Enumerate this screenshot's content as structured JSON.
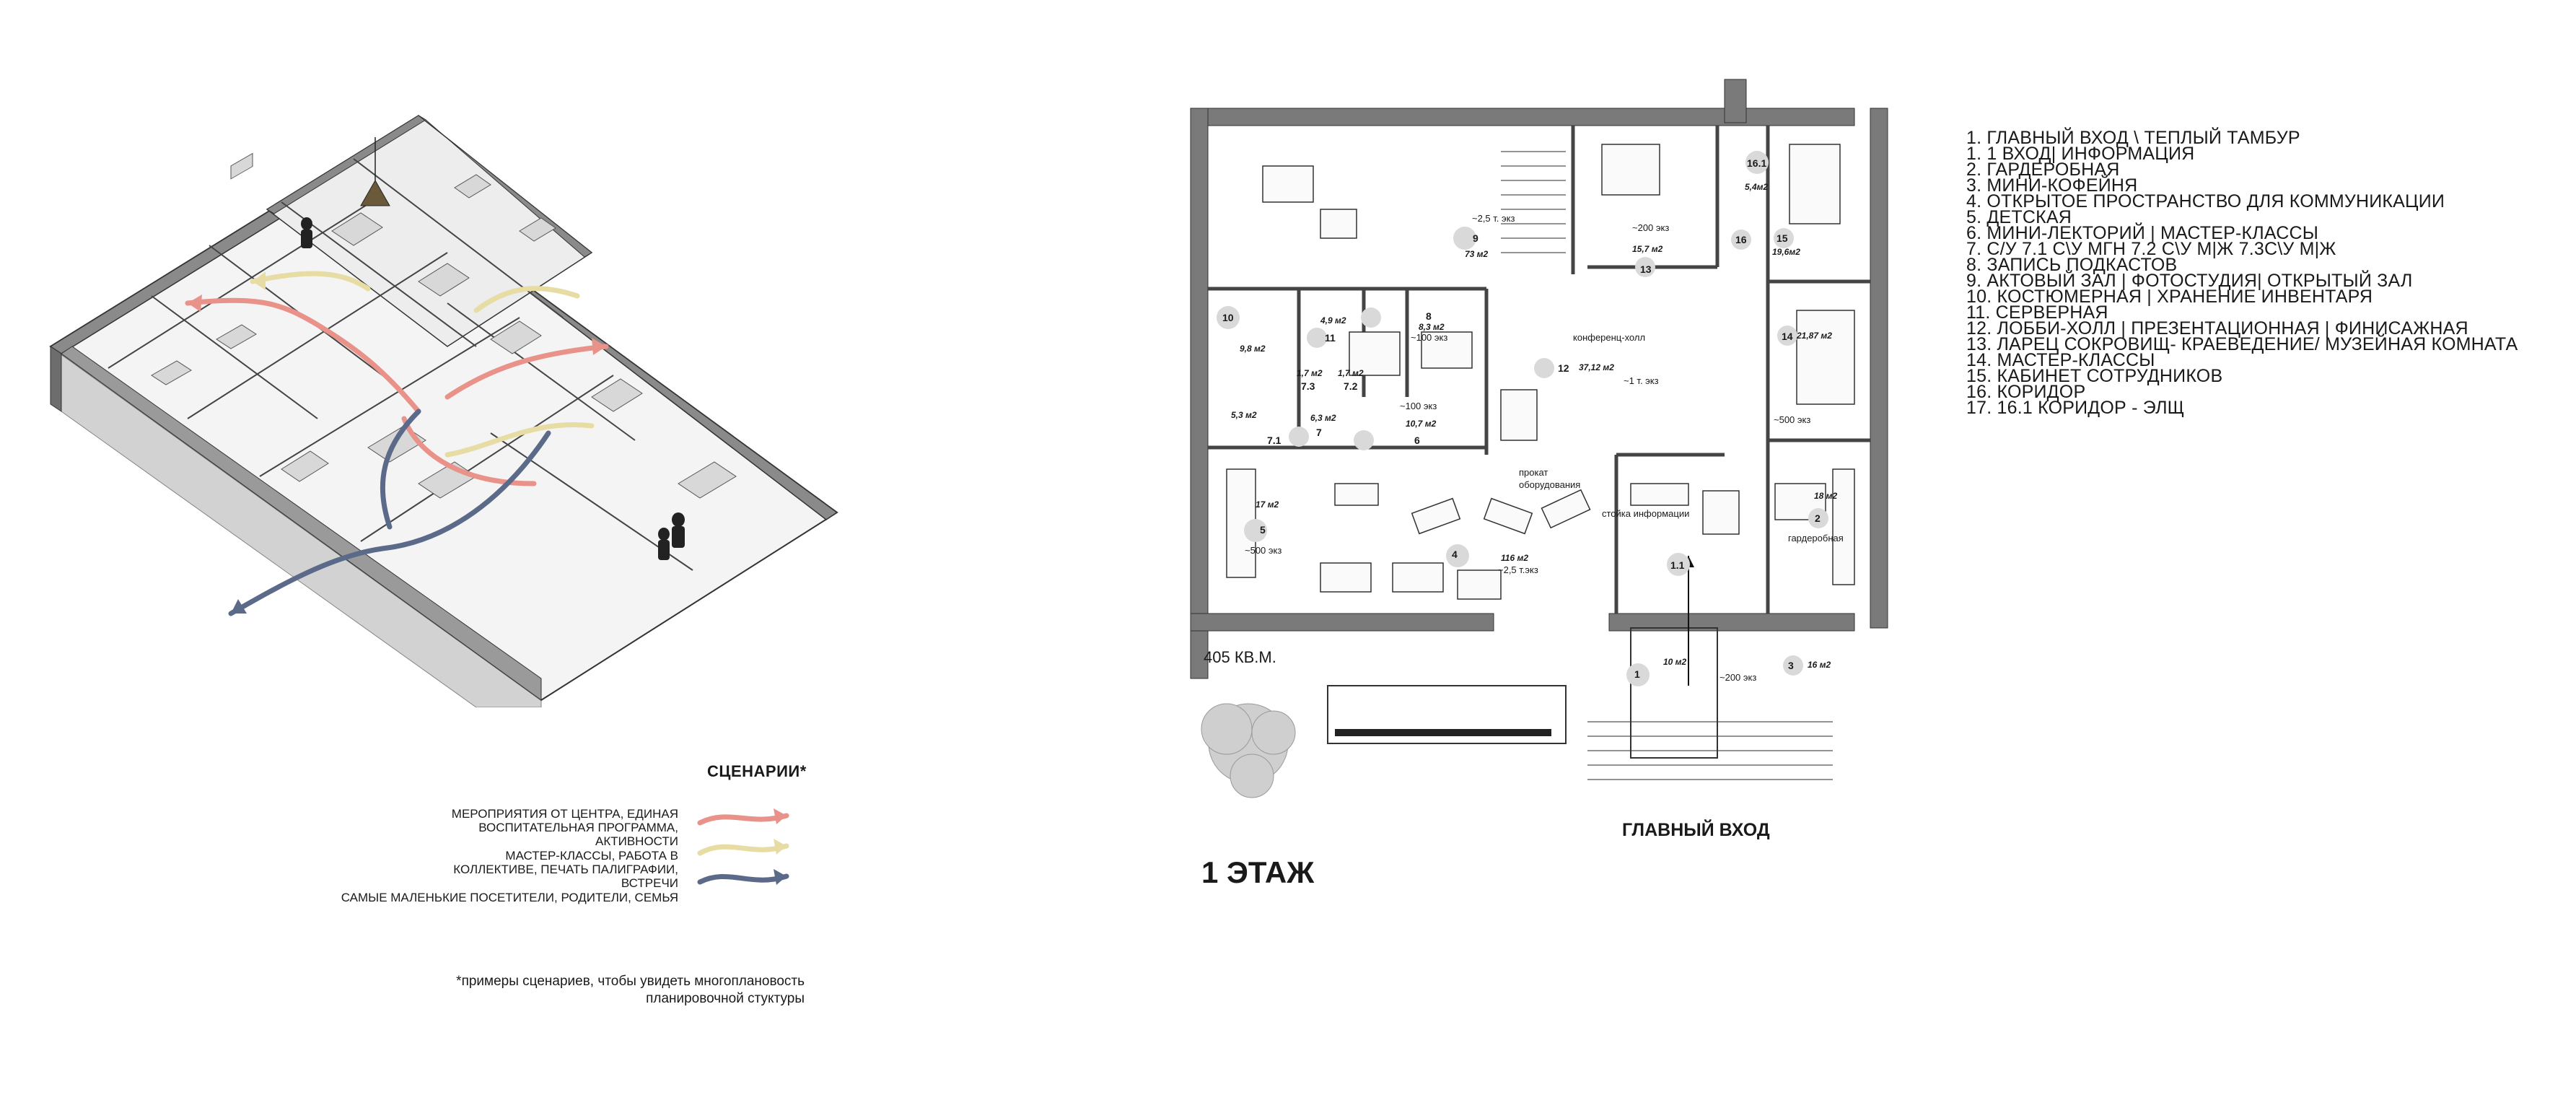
{
  "legend": {
    "title": "СЦЕНАРИИ*",
    "items": [
      {
        "text": "МЕРОПРИЯТИЯ ОТ ЦЕНТРА, ЕДИНАЯ ВОСПИТАТЕЛЬНАЯ ПРОГРАММА, АКТИВНОСТИ",
        "color": "#e8928a"
      },
      {
        "text": "МАСТЕР-КЛАССЫ, РАБОТА В КОЛЛЕКТИВЕ, ПЕЧАТЬ ПАЛИГРАФИИ, ВСТРЕЧИ",
        "color": "#e6dca4"
      },
      {
        "text": "САМЫЕ МАЛЕНЬКИЕ ПОСЕТИТЕЛИ, РОДИТЕЛИ, СЕМЬЯ",
        "color": "#5c6a8a"
      }
    ],
    "footnote_line1": "*примеры сценариев, чтобы увидеть многоплановость",
    "footnote_line2": "планировочной стуктуры"
  },
  "plan": {
    "floor_title": "1 ЭТАЖ",
    "area_total": "405 КВ.М.",
    "main_entrance": "ГЛАВНЫЙ ВХОД",
    "labels": {
      "conf_hall": "конференц-холл",
      "rental_1": "прокат",
      "rental_2": "оборудования",
      "info_desk": "стойка информации",
      "cloakroom": "гардеробная",
      "approx_1t": "~1 т. экз",
      "approx_200_a": "~200 экз",
      "approx_200_b": "~200 экз",
      "approx_100_a": "~100 экз",
      "approx_100_b": "~100 экз",
      "approx_500_a": "~500 экз",
      "approx_500_b": "~500 экз",
      "approx_25_a": "~2,5 т. экз",
      "approx_25_b": "~2,5 т.экз"
    },
    "rooms": {
      "r1": "1",
      "r1_area": "10 м2",
      "r11": "1.1",
      "r2": "2",
      "r2_area": "18 м2",
      "r3": "3",
      "r3_area": "16 м2",
      "r4": "4",
      "r4_area": "116 м2",
      "r5": "5",
      "r5_area": "17 м2",
      "r6": "6",
      "r6_area": "10,7 м2",
      "r7": "7",
      "r7_area": "6,3 м2",
      "r71": "7.1",
      "r71_area": "5,3 м2",
      "r72": "7.2",
      "r72_area": "1,7 м2",
      "r73": "7.3",
      "r73_area": "1,7 м2",
      "r8": "8",
      "r8_area": "8,3 м2",
      "r9": "9",
      "r9_area": "73 м2",
      "r10": "10",
      "r10_area": "9,8 м2",
      "r11b": "11",
      "r11b_area": "4,9 м2",
      "r12": "12",
      "r12_area": "37,12 м2",
      "r13": "13",
      "r13_area": "15,7 м2",
      "r14": "14",
      "r14_area": "21,87 м2",
      "r15": "15",
      "r15_area": "19,6м2",
      "r16": "16",
      "r161": "16.1",
      "r161_area": "5,4м2"
    }
  },
  "room_list": [
    "1. ГЛАВНЫЙ ВХОД \\ ТЕПЛЫЙ ТАМБУР",
    "1. 1 ВХОД| ИНФОРМАЦИЯ",
    "2. ГАРДЕРОБНАЯ",
    "3. МИНИ-КОФЕЙНЯ",
    "4. ОТКРЫТОЕ ПРОСТРАНСТВО ДЛЯ КОММУНИКАЦИИ",
    "5. ДЕТСКАЯ",
    "6. МИНИ-ЛЕКТОРИЙ | МАСТЕР-КЛАССЫ",
    "7. С/У   7.1  С\\У МГН 7.2 С\\У М|Ж 7.3С\\У М|Ж",
    "8. ЗАПИСЬ ПОДКАСТОВ",
    "9. АКТОВЫЙ ЗАЛ | ФОТОСТУДИЯ| ОТКРЫТЫЙ ЗАЛ",
    "10. КОСТЮМЕРНАЯ | ХРАНЕНИЕ ИНВЕНТАРЯ",
    "11. СЕРВЕРНАЯ",
    "12. ЛОББИ-ХОЛЛ | ПРЕЗЕНТАЦИОННАЯ | ФИНИСАЖНАЯ",
    "13. ЛАРЕЦ СОКРОВИЩ- КРАЕВЕДЕНИЕ/ МУЗЕЙНАЯ КОМНАТА",
    "14. МАСТЕР-КЛАССЫ",
    "15. КАБИНЕТ СОТРУДНИКОВ",
    "16. КОРИДОР",
    "17. 16.1 КОРИДОР - ЭЛЩ"
  ],
  "colors": {
    "wall": "#7a7a7a",
    "wall_dark": "#4a4a4a",
    "floor": "#f6f6f6",
    "scenario_red": "#e8928a",
    "scenario_yellow": "#e6dca4",
    "scenario_blue": "#5c6a8a"
  }
}
